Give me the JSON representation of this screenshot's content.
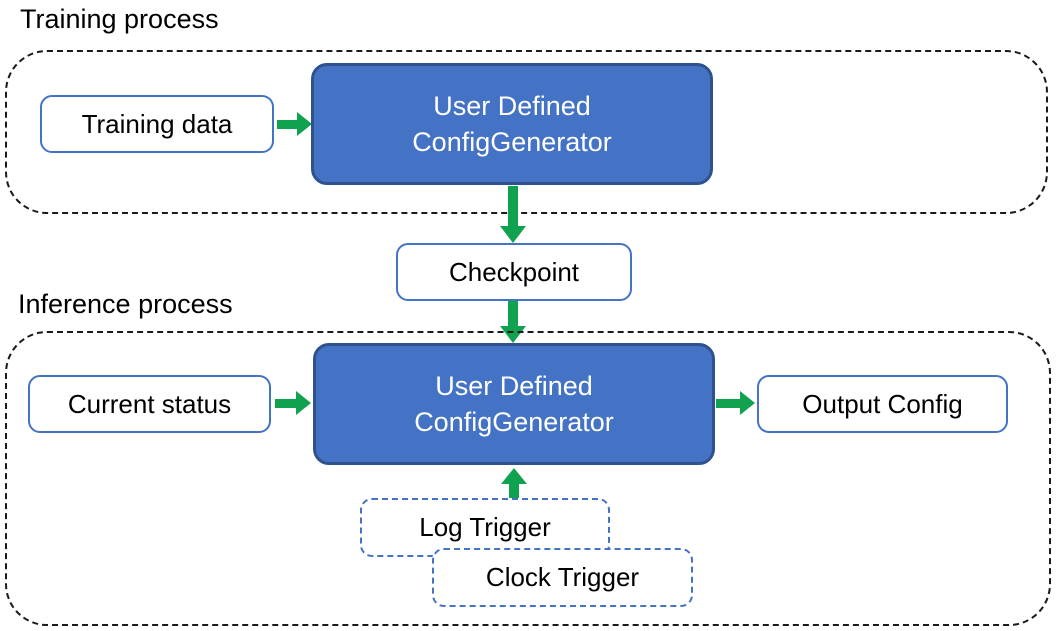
{
  "diagram": {
    "training": {
      "title": "Training process",
      "input_label": "Training data",
      "generator_line1": "User Defined",
      "generator_line2": "ConfigGenerator"
    },
    "checkpoint_label": "Checkpoint",
    "inference": {
      "title": "Inference process",
      "input_label": "Current status",
      "generator_line1": "User Defined",
      "generator_line2": "ConfigGenerator",
      "output_label": "Output Config",
      "log_trigger_label": "Log Trigger",
      "clock_trigger_label": "Clock Trigger"
    }
  },
  "colors": {
    "generator_fill": "#4472C4",
    "generator_border": "#2F528F",
    "box_border": "#4472C4",
    "trigger_border": "#4472C4",
    "arrow_green": "#10A24E",
    "container_border": "#1a1a1a",
    "generator_text": "#FFFFFF",
    "label_text": "#000000"
  }
}
